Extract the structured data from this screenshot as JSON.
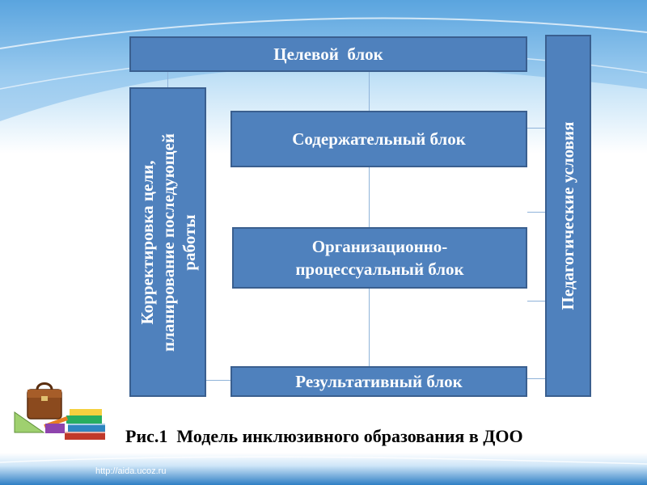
{
  "blocks": {
    "target": "Целевой  блок",
    "content": "Содержательный блок",
    "organizational": "Организационно-\nпроцессуальный блок",
    "result": "Результативный блок"
  },
  "side_blocks": {
    "correction": "Корректировка цели,\nпланирование последующей\nработы",
    "conditions": "Педагогические условия"
  },
  "caption": "Рис.1  Модель инклюзивного образования в ДОО",
  "footer_url": "http://aida.ucoz.ru",
  "colors": {
    "block_fill": "#4f81bd",
    "block_border": "#3a5f8f",
    "connector": "#8fb3d9",
    "text": "#ffffff"
  },
  "decoration": {
    "icon": "school-supplies-icon"
  }
}
